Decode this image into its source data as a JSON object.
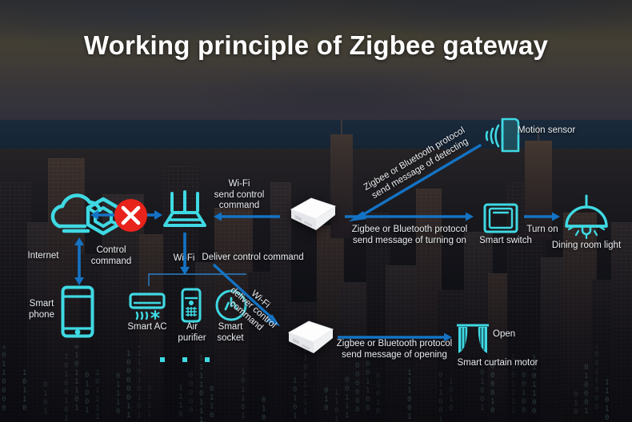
{
  "title": "Working principle of Zigbee gateway",
  "colors": {
    "accent_cyan": "#3fd9e3",
    "arrow_blue": "#1473c4",
    "x_red": "#e8231b",
    "text_white": "#e9edf0",
    "title_white": "#ffffff"
  },
  "nodes": {
    "internet": {
      "label": "Internet",
      "icon": "cloud-icon"
    },
    "smart_phone": {
      "label": "Smart\nphone",
      "icon": "smartphone-icon"
    },
    "router": {
      "label": "Wi-Fi",
      "icon": "wifi-router-icon"
    },
    "blocked": {
      "icon": "red-x-icon"
    },
    "smart_ac": {
      "label": "Smart AC",
      "icon": "air-conditioner-icon"
    },
    "air_purifier": {
      "label": "Air\npurifier",
      "icon": "air-purifier-icon"
    },
    "smart_socket": {
      "label": "Smart\nsocket",
      "icon": "power-socket-icon"
    },
    "gateway_top": {
      "icon": "zigbee-gateway-icon"
    },
    "gateway_bottom": {
      "icon": "zigbee-gateway-icon"
    },
    "motion_sensor": {
      "label": "Motion sensor",
      "icon": "motion-sensor-icon"
    },
    "smart_switch": {
      "label": "Smart switch",
      "icon": "wall-switch-icon"
    },
    "dining_light": {
      "label": "Dining room light",
      "icon": "pendant-lamp-icon"
    },
    "curtain_motor": {
      "label": "Smart curtain motor",
      "icon": "curtain-icon"
    }
  },
  "edges": {
    "control_command": "Control\ncommand",
    "wifi_send_control": "Wi-Fi\nsend control\ncommand",
    "deliver_control_command": "Deliver control command",
    "wifi_deliver_control": "Wi-Fi\ndeliver control\ncommand",
    "detect_message": "Zigbee or Bluetooth protocol\nsend message of detecting",
    "turning_on_message": "Zigbee or Bluetooth protocol\nsend message of turning on",
    "opening_message": "Zigbee or Bluetooth protocol\nsend message of opening",
    "turn_on": "Turn on",
    "open": "Open"
  }
}
